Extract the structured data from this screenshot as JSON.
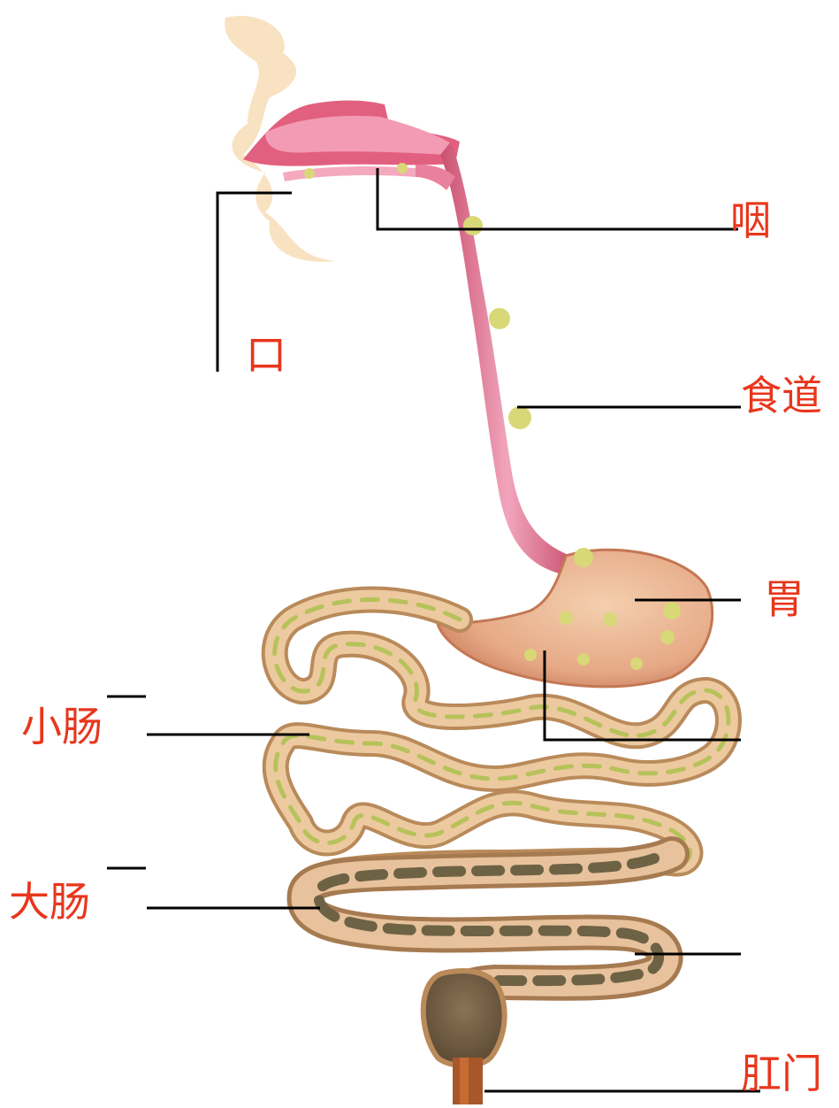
{
  "labels": {
    "mouth": "口",
    "pharynx": "咽",
    "esophagus": "食道",
    "stomach": "胃",
    "small_intestine": "小肠",
    "large_intestine": "大肠",
    "anus": "肛门"
  },
  "colors": {
    "label_text": "#e8361c",
    "leader_line": "#000000",
    "esophagus_fill": "#e98aa8",
    "intestine_fill": "#e9c197",
    "intestine_edge": "#b98a5a",
    "food_particles": "#d8d878",
    "large_intestine_content": "#6e6245",
    "skin": "#f6dcb4"
  }
}
